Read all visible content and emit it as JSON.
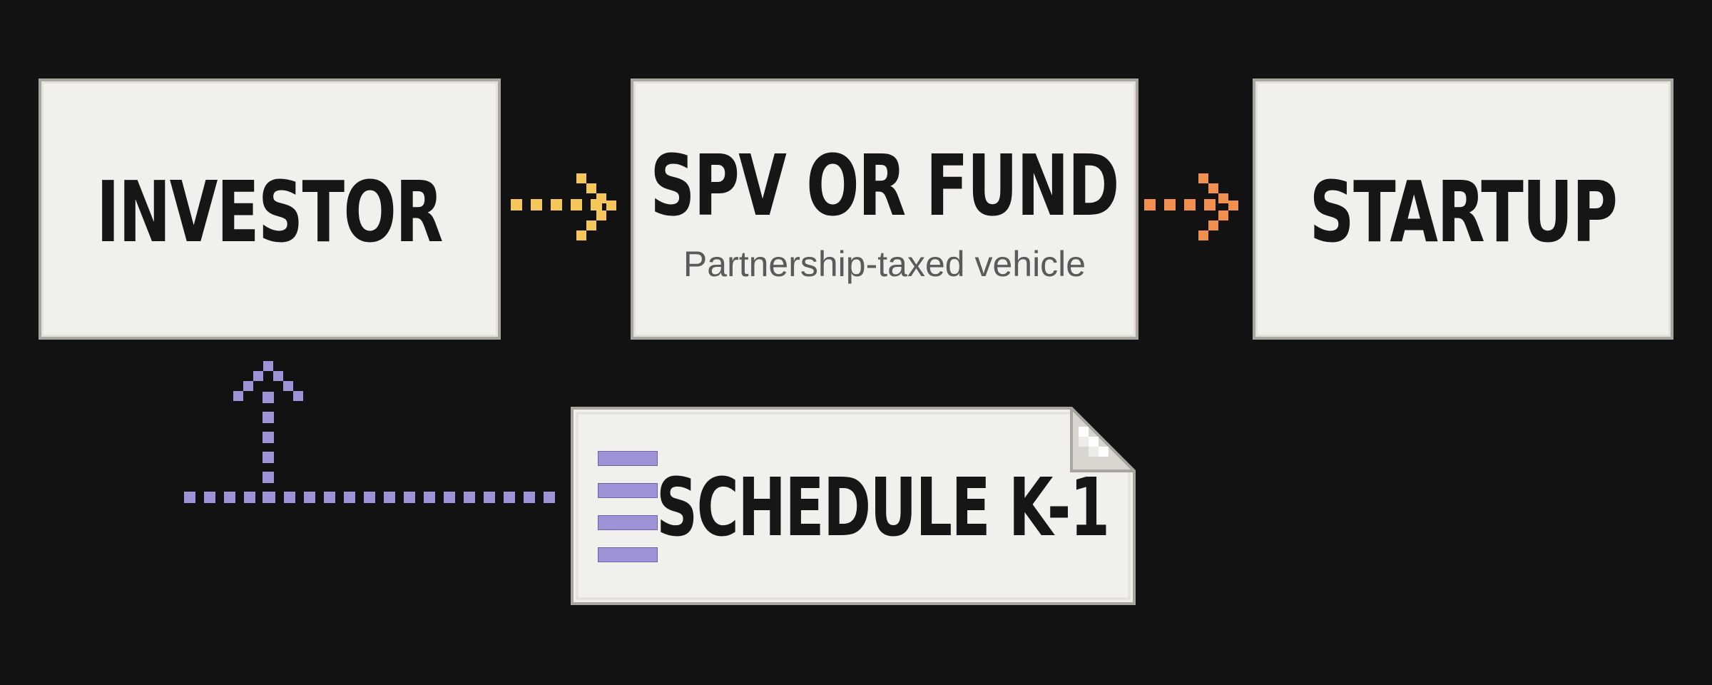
{
  "nodes": {
    "investor": {
      "label": "INVESTOR"
    },
    "fund": {
      "label": "SPV OR FUND",
      "sublabel": "Partnership-taxed vehicle"
    },
    "startup": {
      "label": "STARTUP"
    },
    "k1": {
      "label": "SCHEDULE K-1"
    }
  },
  "colors": {
    "background": "#121212",
    "box_fill": "#f2f0ec",
    "box_border": "#a9a6a0",
    "arrow_investor_to_fund": "#f5c75a",
    "arrow_fund_to_startup": "#f08f4e",
    "arrow_k1_to_investor": "#9f93d8"
  },
  "icons": {
    "k1_document": "document-icon",
    "k1_lines": "lines-icon"
  }
}
